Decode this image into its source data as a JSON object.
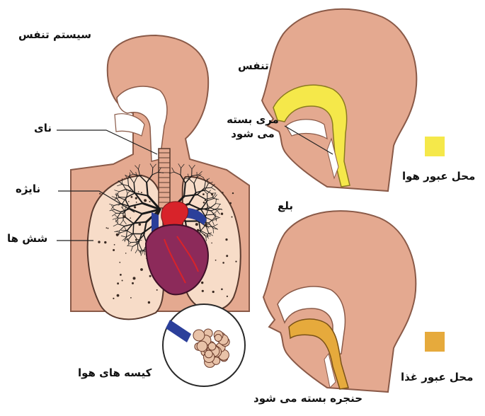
{
  "titles": {
    "respiratory_system": "سیستم تنفس",
    "breathing": "تنفس",
    "swallowing": "بلع"
  },
  "labels": {
    "trachea": "نای",
    "bronchus": "نایژه",
    "lungs": "شش ها",
    "air_sacs": "کیسه های هوا",
    "esophagus_closed_line1": "مری بسته",
    "esophagus_closed_line2": "می شود",
    "larynx_closed": "حنجره بسته می شود"
  },
  "legend": [
    {
      "label": "محل عبور هوا",
      "color": "#f5e84a"
    },
    {
      "label": "محل عبور غذا",
      "color": "#e6aa3c"
    }
  ],
  "colors": {
    "skin": "#e4a990",
    "skin_outline": "#8a5a48",
    "lung": "#f7dcc8",
    "heart_red": "#d8232a",
    "heart_purple": "#8c2a5a",
    "vessel_blue": "#2b3f9a",
    "bronchi": "#1a1a1a",
    "alveoli": "#e8c2a8"
  }
}
